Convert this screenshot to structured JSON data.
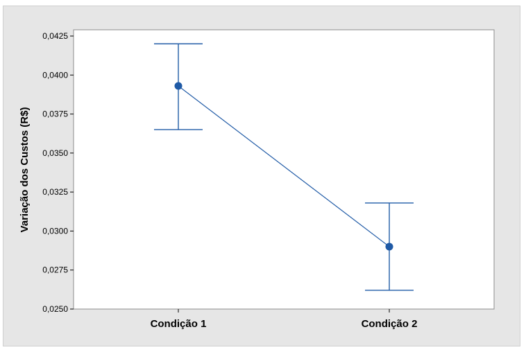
{
  "chart_data": {
    "type": "line",
    "ylabel": "Variação dos Custos (R$)",
    "xlabel": "",
    "categories": [
      "Condição 1",
      "Condição 2"
    ],
    "ylim": [
      0.025,
      0.0425
    ],
    "yticks": [
      0.025,
      0.0275,
      0.03,
      0.0325,
      0.035,
      0.0375,
      0.04,
      0.0425
    ],
    "ytick_labels": [
      "0,0250",
      "0,0275",
      "0,0300",
      "0,0325",
      "0,0350",
      "0,0375",
      "0,0400",
      "0,0425"
    ],
    "series": [
      {
        "values": [
          0.0393,
          0.029
        ],
        "error_lower": [
          0.0365,
          0.0262
        ],
        "error_upper": [
          0.042,
          0.0318
        ]
      }
    ],
    "grid": false,
    "colors": {
      "series": "#1f5aa6",
      "plot_bg": "#ffffff",
      "outer_bg": "#e6e6e6",
      "axis": "#8c8c8c"
    }
  }
}
